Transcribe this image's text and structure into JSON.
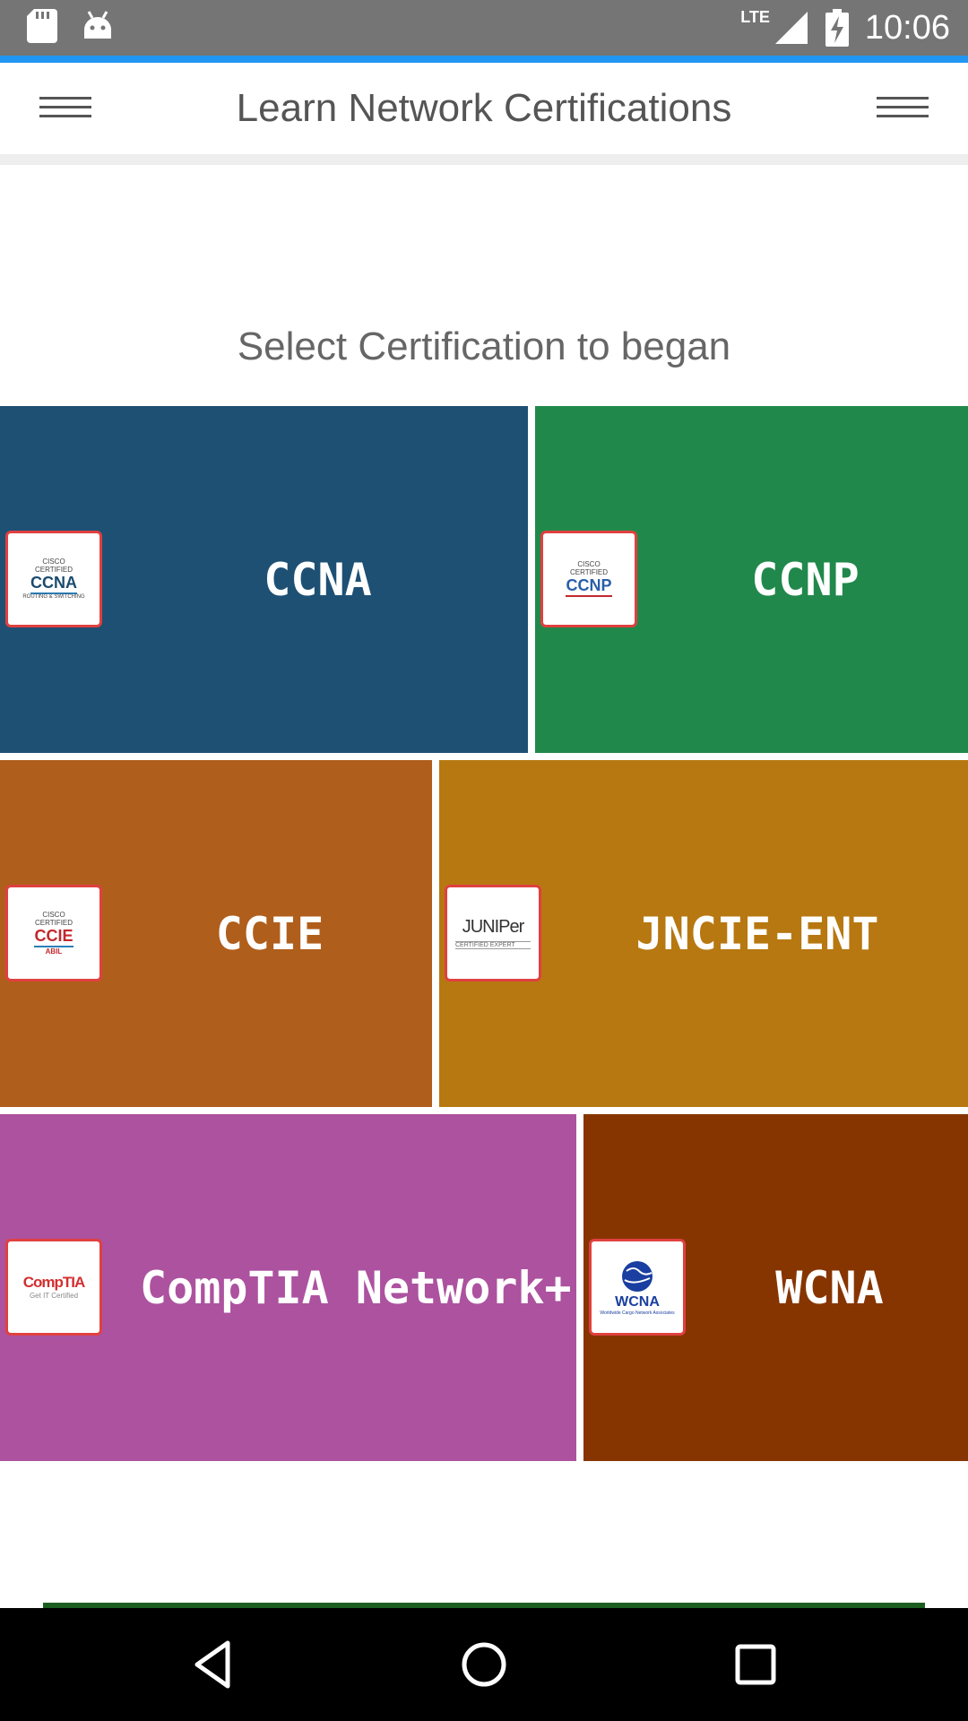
{
  "status_bar": {
    "time": "10:06",
    "network": "LTE",
    "icons": [
      "sd-card-icon",
      "android-icon",
      "signal-icon",
      "battery-charging-icon"
    ]
  },
  "app_bar": {
    "title": "Learn Network Certifications",
    "left_icon": "hamburger-menu-icon",
    "right_icon": "hamburger-menu-icon"
  },
  "prompt": "Select  Certification to began",
  "tiles": [
    {
      "label": "CCNA",
      "color": "#1e5074",
      "logo": {
        "line1": "CISCO",
        "line2": "CERTIFIED",
        "main": "CCNA",
        "sub": "ROUTING & SWITCHING",
        "color": "#1a4b6e"
      }
    },
    {
      "label": "CCNP",
      "color": "#21884b",
      "logo": {
        "line1": "CISCO",
        "line2": "CERTIFIED",
        "main": "CCNP",
        "sub": "",
        "color": "#2a5ea8"
      }
    },
    {
      "label": "CCIE",
      "color": "#b05e1c",
      "logo": {
        "line1": "CISCO",
        "line2": "CERTIFIED",
        "main": "CCIE",
        "sub": "ABIL",
        "color": "#c2282d"
      }
    },
    {
      "label": "JNCIE-ENT",
      "color": "#b77811",
      "logo": {
        "line1": "",
        "line2": "",
        "main": "JUNIPer",
        "sub": "CERTIFIED EXPERT",
        "color": "#333333"
      }
    },
    {
      "label": "CompTIA Network+",
      "color": "#ac529f",
      "logo": {
        "line1": "",
        "line2": "",
        "main": "CompTIA",
        "sub": "Get IT Certified",
        "color": "#d32f2f"
      }
    },
    {
      "label": "WCNA",
      "color": "#873500",
      "logo": {
        "line1": "",
        "line2": "",
        "main": "WCNA",
        "sub": "Worldwide Cargo Network Associates",
        "color": "#1a3fa0"
      }
    }
  ],
  "nav_bar": {
    "buttons": [
      "back-icon",
      "home-icon",
      "recents-icon"
    ]
  }
}
